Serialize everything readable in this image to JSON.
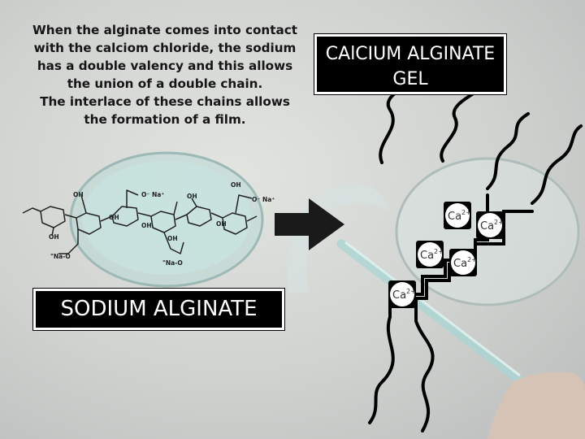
{
  "caption_lines": [
    "When the alginate comes into contact",
    "with the calciom chloride, the sodium",
    "has a double valency and this allows",
    "the union of a double chain.",
    "The interlace of these chains allows",
    "the formation of a film."
  ],
  "labels": {
    "gel": [
      "CAlCIUM ALGINATE",
      "GEL"
    ],
    "sodium": "SODIUM ALGINATE"
  },
  "molecule_labels": {
    "oh": "OH",
    "na_left": "\"Na-O",
    "na_bottom": "\"Na-O",
    "o_na": "O⁻ Na⁺"
  },
  "ions": [
    {
      "symbol": "Ca",
      "charge": "2+"
    },
    {
      "symbol": "Ca",
      "charge": "2+"
    },
    {
      "symbol": "Ca",
      "charge": "2+"
    },
    {
      "symbol": "Ca",
      "charge": "2+"
    },
    {
      "symbol": "Ca",
      "charge": "2+"
    }
  ],
  "colors": {
    "label_bg": "#000000",
    "label_text": "#ffffff",
    "chain": "#000000",
    "arrow": "#1a1a1a"
  }
}
